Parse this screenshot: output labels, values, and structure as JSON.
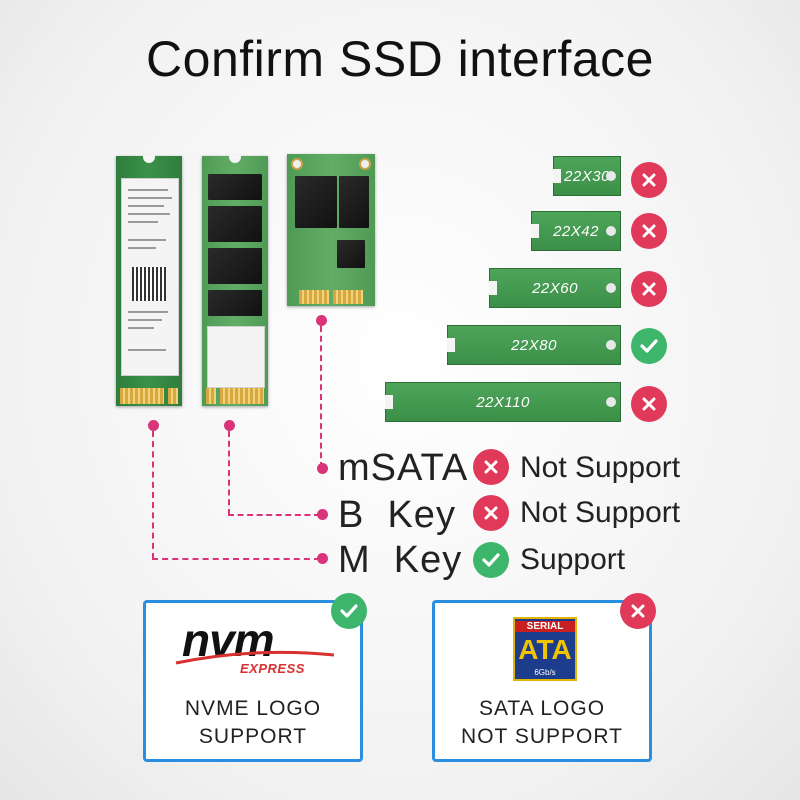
{
  "title": "Confirm SSD interface",
  "icons": {
    "cross": "cross-icon",
    "check": "check-icon",
    "colors": {
      "cross": "#e0395a",
      "check": "#3db56b",
      "leader": "#d9337a",
      "box_border": "#2a8fe0"
    }
  },
  "lengths": [
    {
      "label": "22X30",
      "supported": false
    },
    {
      "label": "22X42",
      "supported": false
    },
    {
      "label": "22X60",
      "supported": false
    },
    {
      "label": "22X80",
      "supported": true
    },
    {
      "label": "22X110",
      "supported": false
    }
  ],
  "key_types": [
    {
      "name": "mSATA",
      "status": "Not Support",
      "supported": false
    },
    {
      "name": "B  Key",
      "status": "Not Support",
      "supported": false
    },
    {
      "name": "M  Key",
      "status": "Support",
      "supported": true
    }
  ],
  "logos": {
    "nvme": {
      "logo_main": "nvm",
      "logo_sub": "EXPRESS",
      "caption_line1": "NVME LOGO",
      "caption_line2": "SUPPORT",
      "supported": true
    },
    "sata": {
      "logo_top": "SERIAL",
      "logo_main": "ATA",
      "logo_speed": "6Gb/s",
      "caption_line1": "SATA LOGO",
      "caption_line2": "NOT SUPPORT",
      "supported": false
    }
  }
}
